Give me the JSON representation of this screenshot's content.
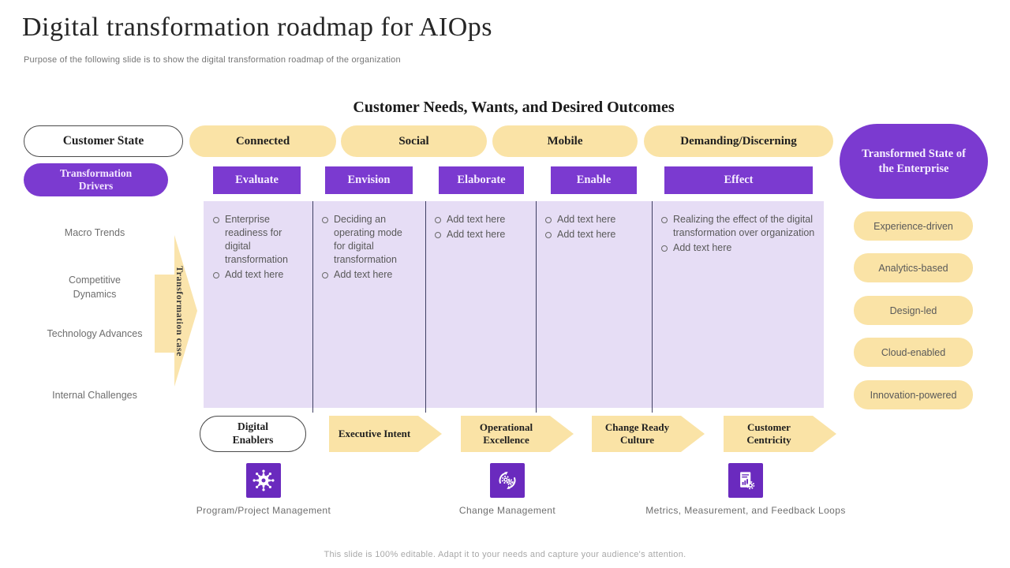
{
  "slide": {
    "title": "Digital transformation roadmap for AIOps",
    "subtitle": "Purpose of the following slide is to show the digital transformation roadmap of the organization",
    "footer": "This slide is 100% editable. Adapt it to your needs and capture your audience's attention."
  },
  "colors": {
    "accent_purple": "#7B3AD0",
    "icon_tile_purple": "#6A2ABE",
    "accent_yellow": "#FAE3A6",
    "lavender_panel": "#E6DDF5"
  },
  "matrix": {
    "header": "Customer Needs, Wants, and Desired Outcomes",
    "customer_state_label": "Customer State",
    "transformation_drivers_label": "Transformation Drivers",
    "customer_states": [
      "Connected",
      "Social",
      "Mobile",
      "Demanding/Discerning"
    ],
    "stages": [
      {
        "label": "Evaluate",
        "bullets": [
          "Enterprise readiness for digital transformation",
          "Add text here"
        ]
      },
      {
        "label": "Envision",
        "bullets": [
          "Deciding an operating mode for digital transformation",
          "Add text here"
        ]
      },
      {
        "label": "Elaborate",
        "bullets": [
          "Add text here",
          "Add text here"
        ]
      },
      {
        "label": "Enable",
        "bullets": [
          "Add text here",
          "Add text here"
        ]
      },
      {
        "label": "Effect",
        "bullets": [
          "Realizing the effect of the digital transformation over organization",
          "Add text here"
        ]
      }
    ]
  },
  "drivers": [
    "Macro Trends",
    "Competitive Dynamics",
    "Technology Advances",
    "Internal Challenges"
  ],
  "transformation_case_label": "Transformation case",
  "transformed_state": {
    "label": "Transformed State of the Enterprise",
    "attributes": [
      "Experience-driven",
      "Analytics-based",
      "Design-led",
      "Cloud-enabled",
      "Innovation-powered"
    ]
  },
  "enablers": {
    "label": "Digital Enablers",
    "arrows": [
      "Executive Intent",
      "Operational Excellence",
      "Change Ready Culture",
      "Customer Centricity"
    ],
    "icons": [
      {
        "label": "Program/Project Management"
      },
      {
        "label": "Change Management"
      },
      {
        "label": "Metrics, Measurement, and Feedback Loops"
      }
    ]
  }
}
